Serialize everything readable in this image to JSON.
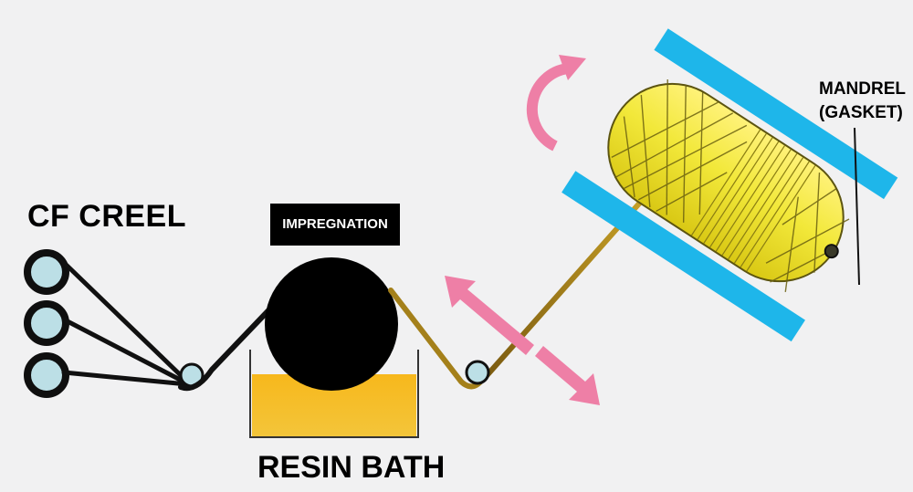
{
  "labels": {
    "creel": "CF CREEL",
    "impregnation": "IMPREGNATION",
    "resin_bath": "RESIN BATH",
    "mandrel_line1": "MANDREL",
    "mandrel_line2": "(GASKET)"
  },
  "colors": {
    "background": "#f1f1f2",
    "fiber_black": "#111111",
    "fiber_wet": "#b38f1c",
    "resin": "#f5b51b",
    "roller": "#bcdfe6",
    "mandrel": "#f2ea3c",
    "heater_plate": "#1eb6ea",
    "motion_arrow": "#ee7fa6"
  }
}
